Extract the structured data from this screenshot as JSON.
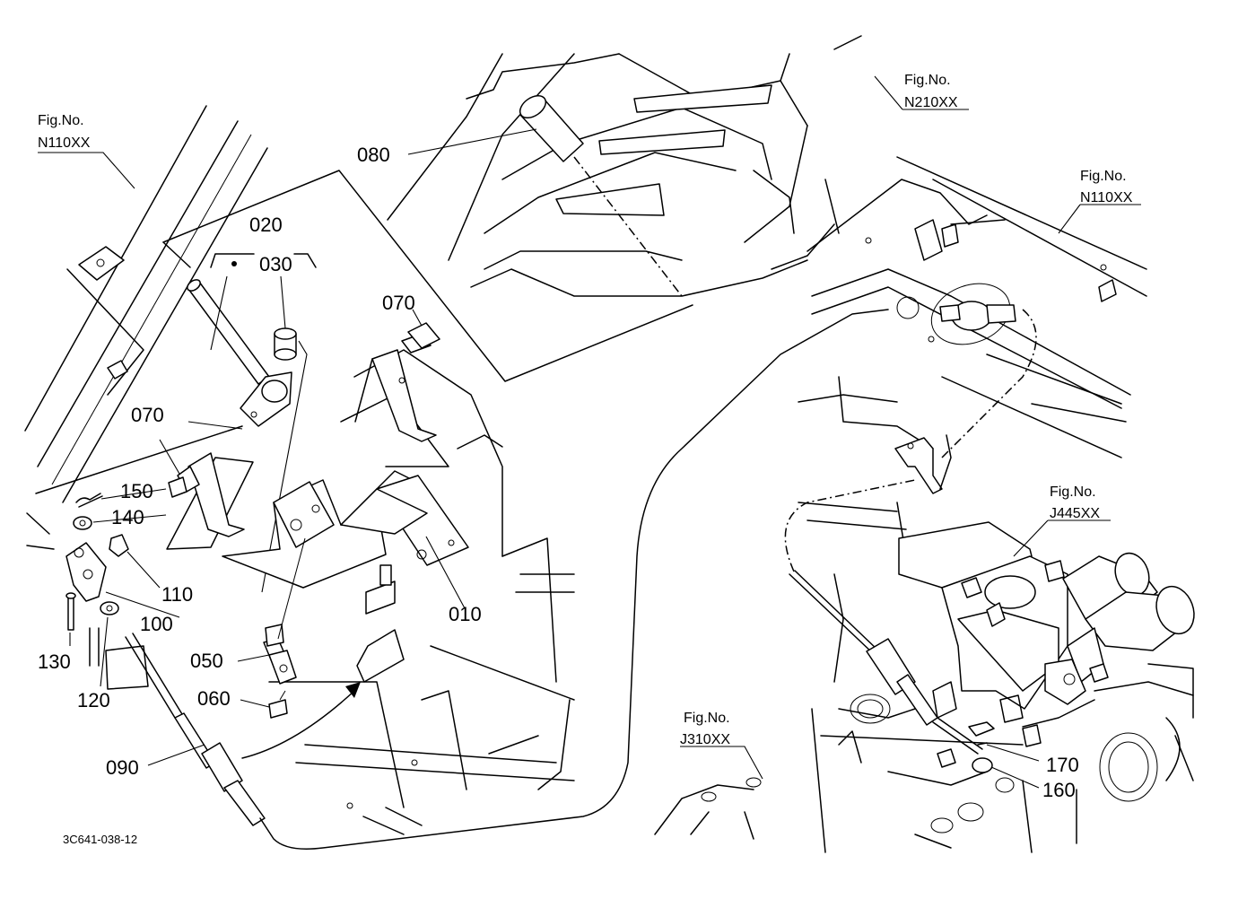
{
  "parts": [
    {
      "id": "part-010",
      "label": "010"
    },
    {
      "id": "part-020",
      "label": "020"
    },
    {
      "id": "part-030",
      "label": "030"
    },
    {
      "id": "part-050",
      "label": "050"
    },
    {
      "id": "part-060",
      "label": "060"
    },
    {
      "id": "part-070a",
      "label": "070"
    },
    {
      "id": "part-070b",
      "label": "070"
    },
    {
      "id": "part-080",
      "label": "080"
    },
    {
      "id": "part-090",
      "label": "090"
    },
    {
      "id": "part-100",
      "label": "100"
    },
    {
      "id": "part-110",
      "label": "110"
    },
    {
      "id": "part-120",
      "label": "120"
    },
    {
      "id": "part-130",
      "label": "130"
    },
    {
      "id": "part-140",
      "label": "140"
    },
    {
      "id": "part-150",
      "label": "150"
    },
    {
      "id": "part-160",
      "label": "160"
    },
    {
      "id": "part-170",
      "label": "170"
    }
  ],
  "figure_refs": [
    {
      "id": "fig-n110-left",
      "prefix": "Fig.No.",
      "code": "N110XX"
    },
    {
      "id": "fig-n210",
      "prefix": "Fig.No.",
      "code": "N210XX"
    },
    {
      "id": "fig-n110-right",
      "prefix": "Fig.No.",
      "code": "N110XX"
    },
    {
      "id": "fig-j445",
      "prefix": "Fig.No.",
      "code": "J445XX"
    },
    {
      "id": "fig-j310",
      "prefix": "Fig.No.",
      "code": "J310XX"
    }
  ],
  "drawing_code": "3C641-038-12"
}
